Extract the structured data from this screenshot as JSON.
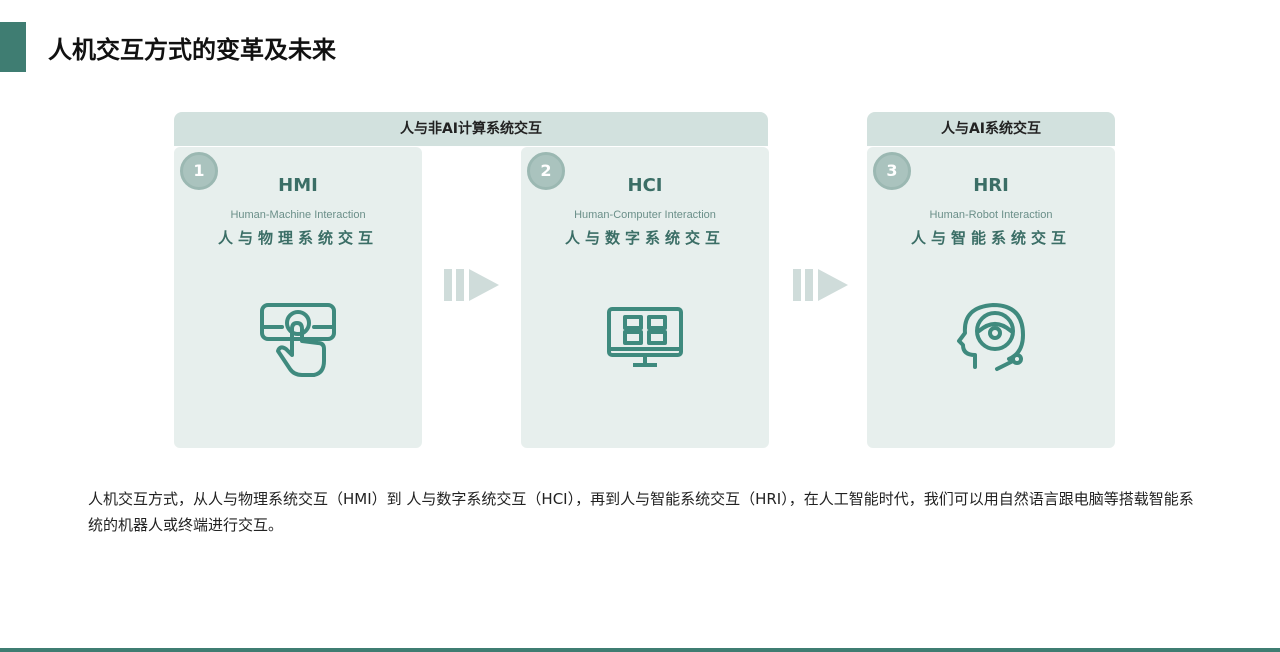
{
  "title": "人机交互方式的变革及未来",
  "groups": [
    "人与非AI计算系统交互",
    "人与AI系统交互"
  ],
  "cards": [
    {
      "num": "1",
      "abbr": "HMI",
      "en": "Human-Machine Interaction",
      "zh": "人与物理系统交互",
      "icon": "hand-touch-icon"
    },
    {
      "num": "2",
      "abbr": "HCI",
      "en": "Human-Computer Interaction",
      "zh": "人与数字系统交互",
      "icon": "monitor-icon"
    },
    {
      "num": "3",
      "abbr": "HRI",
      "en": "Human-Robot Interaction",
      "zh": "人与智能系统交互",
      "icon": "robot-head-icon"
    }
  ],
  "description": "人机交互方式，从人与物理系统交互（HMI）到 人与数字系统交互（HCI），再到人与智能系统交互（HRI），在人工智能时代，我们可以用自然语言跟电脑等搭载智能系统的机器人或终端进行交互。",
  "colors": {
    "accent": "#3f7d72",
    "card": "#e7efed",
    "header": "#d2e1de"
  }
}
